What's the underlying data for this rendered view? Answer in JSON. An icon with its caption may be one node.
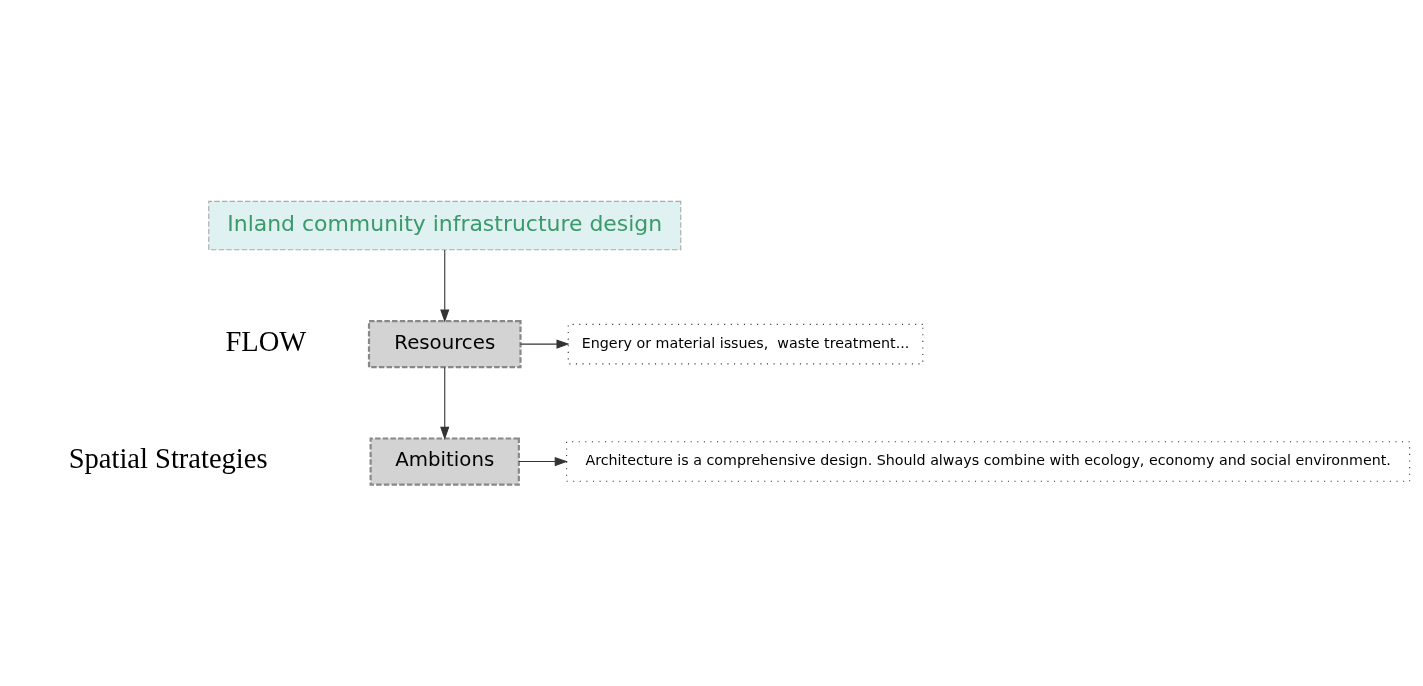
{
  "diagram": {
    "nodes": [
      {
        "text": [
          "Inland community infrastructure design"
        ]
      },
      {
        "text": [
          "Resources"
        ]
      },
      {
        "text": [
          "Engery or material issues,  waste treatment..."
        ]
      },
      {
        "text": [
          "Ambitions"
        ]
      },
      {
        "text": [
          "Architecture is a comprehensive design. Should always combine with ecology, economy and social environment."
        ]
      }
    ],
    "edges": [
      {
        "from": 0,
        "to": 1,
        "arrow": "to"
      },
      {
        "from": 1,
        "to": 2,
        "arrow": "to"
      },
      {
        "from": 1,
        "to": 3,
        "arrow": "to"
      },
      {
        "from": 3,
        "to": 4,
        "arrow": "to"
      }
    ],
    "labels": [
      "FLOW",
      "Spatial Strategies"
    ]
  }
}
